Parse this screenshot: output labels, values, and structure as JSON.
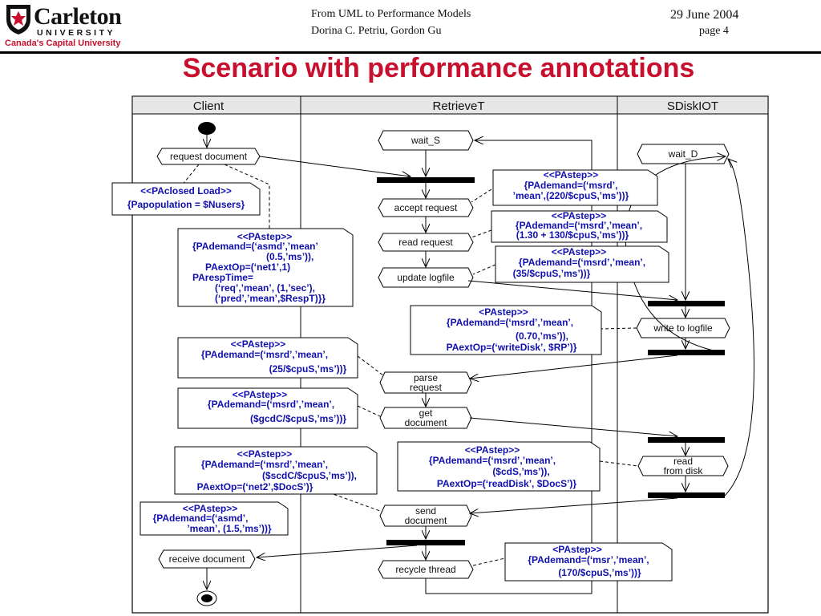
{
  "header": {
    "logo_name": "Carleton",
    "logo_sub": "UNIVERSITY",
    "logo_tagline": "Canada's Capital University",
    "line1": "From UML to Performance Models",
    "line2": "Dorina C. Petriu, Gordon Gu",
    "date": "29 June 2004",
    "page": "page 4"
  },
  "slide_title": "Scenario with performance annotations",
  "lanes": [
    "Client",
    "RetrieveT",
    "SDiskIOT"
  ],
  "activities": {
    "request_document": "request document",
    "wait_s": "wait_S",
    "accept_request": "accept request",
    "read_request": "read request",
    "update_logfile": "update logfile",
    "wait_d": "wait_D",
    "write_to_logfile": "write to logfile",
    "parse_request": [
      "parse",
      "request"
    ],
    "get_document": [
      "get",
      "document"
    ],
    "read_from_disk": [
      "read",
      "from disk"
    ],
    "send_document": [
      "send",
      "document"
    ],
    "receive_document": "receive document",
    "recycle_thread": "recycle thread"
  },
  "notes": {
    "closed_load": [
      "<<PAclosed Load>>",
      "{Papopulation = $Nusers}"
    ],
    "client_step": [
      "<<PAstep>>",
      "{PAdemand=(‘asmd’,’mean’",
      "(0.5,’ms’)),",
      "PAextOp=(‘net1’,1)",
      "PArespTime=",
      "(‘req’,’mean’, (1,’sec’),",
      "(‘pred’,’mean’,$RespT)}}"
    ],
    "accept_step": [
      "<<PAstep>>",
      "{PAdemand=(‘msrd’,",
      "’mean’,(220/$cpuS,’ms’))}"
    ],
    "read_step": [
      "<<PAstep>>",
      "{PAdemand=(‘msrd’,’mean’,",
      "(1.30 + 130/$cpuS,’ms’))}"
    ],
    "update_step": [
      "<<PAstep>>",
      "{PAdemand=(‘msrd’,’mean’,",
      "(35/$cpuS,’ms’))}"
    ],
    "write_step": [
      "<PAstep>>",
      "{PAdemand=(‘msrd’,’mean’,",
      "(0.70,’ms’)),",
      "PAextOp=(‘writeDisk’, $RP’)}"
    ],
    "parse_step": [
      "<<PAstep>>",
      "{PAdemand=(‘msrd’,’mean’,",
      "(25/$cpuS,’ms’))}"
    ],
    "get_step": [
      "<<PAstep>>",
      "{PAdemand=(‘msrd’,’mean’,",
      "($gcdC/$cpuS,’ms’))}"
    ],
    "disk_step": [
      "<<PAstep>>",
      "{PAdemand=(‘msrd’,’mean’,",
      "($cdS,’ms’)),",
      "PAextOp=(‘readDisk’, $DocS’)}"
    ],
    "send_step": [
      "<<PAstep>>",
      "{PAdemand=(‘msrd’,’mean’,",
      "($scdC/$cpuS,’ms’)),",
      "PAextOp=(‘net2’,$DocS’)}"
    ],
    "receive_step": [
      "<<PAstep>>",
      "{PAdemand=(‘asmd’,",
      "’mean’, (1.5,’ms’))}"
    ],
    "recycle_step": [
      "<PAstep>>",
      "{PAdemand=(‘msr’,’mean’,",
      "(170/$cpuS,’ms’))}"
    ]
  },
  "colors": {
    "brand": "#c8102e",
    "note_text": "#1010b0",
    "lane_header": "#e6e6e6"
  }
}
